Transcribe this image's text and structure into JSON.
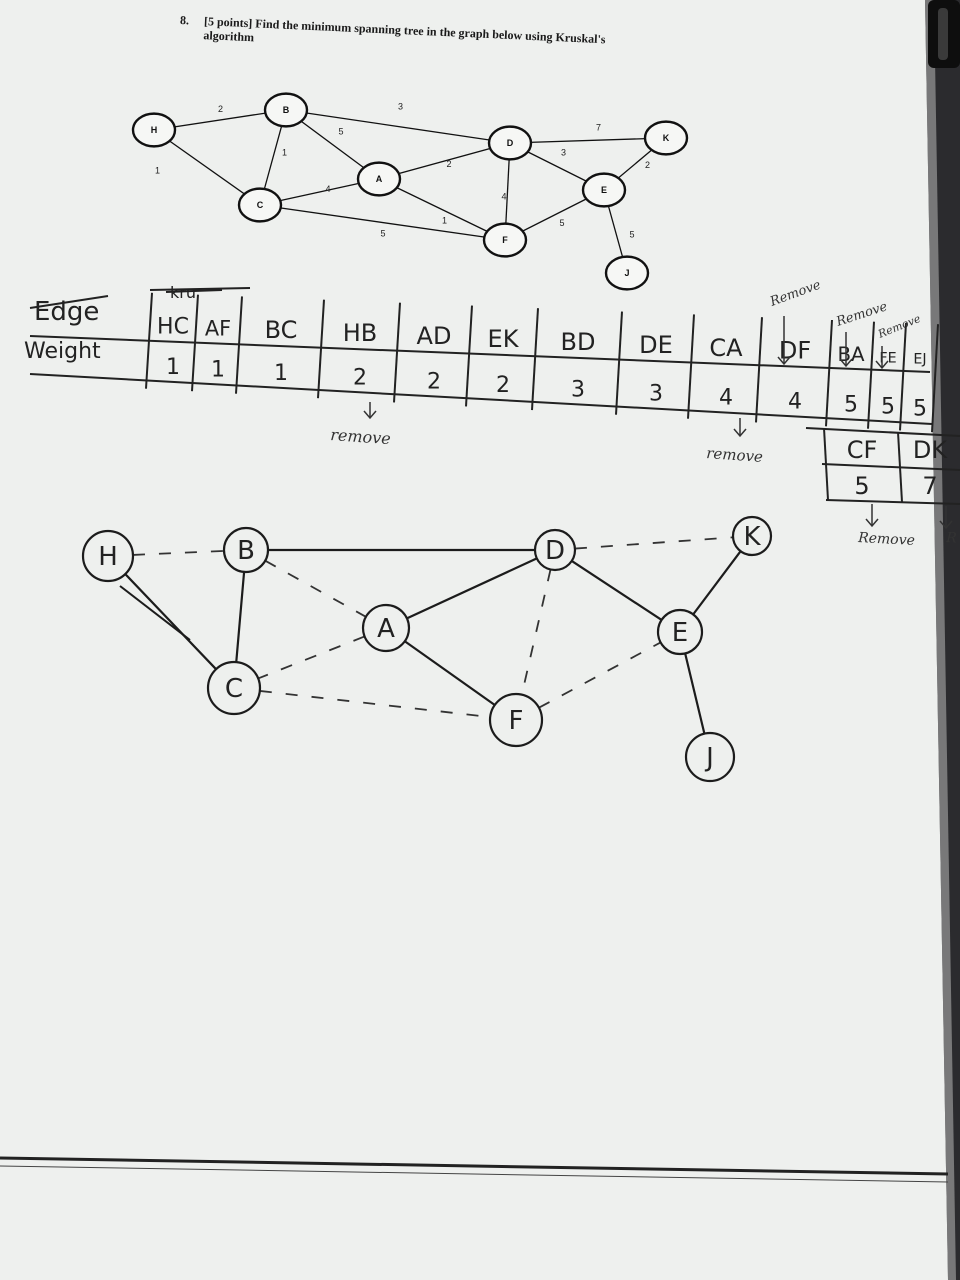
{
  "question": {
    "number": "8.",
    "line1": "[5 points] Find the minimum spanning tree in the graph below using Kruskal's",
    "line2": "algorithm"
  },
  "printed_graph": {
    "nodes": [
      "H",
      "B",
      "C",
      "A",
      "D",
      "F",
      "E",
      "K",
      "J"
    ],
    "edges": [
      {
        "from": "H",
        "to": "B",
        "weight": "2"
      },
      {
        "from": "H",
        "to": "C",
        "weight": "1"
      },
      {
        "from": "B",
        "to": "C",
        "weight": "1"
      },
      {
        "from": "B",
        "to": "A",
        "weight": "5"
      },
      {
        "from": "B",
        "to": "D",
        "weight": "3"
      },
      {
        "from": "C",
        "to": "A",
        "weight": "4"
      },
      {
        "from": "C",
        "to": "F",
        "weight": "5"
      },
      {
        "from": "A",
        "to": "D",
        "weight": "2"
      },
      {
        "from": "A",
        "to": "F",
        "weight": "1"
      },
      {
        "from": "D",
        "to": "F",
        "weight": "4"
      },
      {
        "from": "D",
        "to": "E",
        "weight": "3"
      },
      {
        "from": "D",
        "to": "K",
        "weight": "7"
      },
      {
        "from": "K",
        "to": "E",
        "weight": "2"
      },
      {
        "from": "E",
        "to": "F",
        "weight": "5"
      },
      {
        "from": "E",
        "to": "J",
        "weight": "5"
      }
    ]
  },
  "handwritten_table": {
    "row_labels": [
      "Edge",
      "Weight"
    ],
    "struck_header": "kru",
    "edges": [
      "HC",
      "AF",
      "BC",
      "HB",
      "AD",
      "EK",
      "BD",
      "DE",
      "CA",
      "DF",
      "BA",
      "FE",
      "EJ"
    ],
    "weights": [
      "1",
      "1",
      "1",
      "2",
      "2",
      "2",
      "3",
      "3",
      "4",
      "4",
      "5",
      "5",
      "5"
    ],
    "overflow_edges": [
      "CF",
      "DK"
    ],
    "overflow_weights": [
      "5",
      "7"
    ],
    "annotations": {
      "remove_lower": "remove",
      "remove_upper": "Remove",
      "remove_partial": "R"
    }
  },
  "handwritten_graph": {
    "nodes": [
      "H",
      "B",
      "A",
      "C",
      "F",
      "D",
      "E",
      "K",
      "J"
    ],
    "solid_edges": [
      [
        "H",
        "C"
      ],
      [
        "B",
        "C"
      ],
      [
        "B",
        "D"
      ],
      [
        "D",
        "A"
      ],
      [
        "A",
        "F"
      ],
      [
        "D",
        "E"
      ],
      [
        "E",
        "K"
      ],
      [
        "E",
        "J"
      ]
    ],
    "dashed_edges": [
      [
        "H",
        "B"
      ],
      [
        "B",
        "A"
      ],
      [
        "A",
        "C"
      ],
      [
        "C",
        "F"
      ],
      [
        "D",
        "F"
      ],
      [
        "F",
        "E"
      ],
      [
        "D",
        "K"
      ]
    ]
  }
}
